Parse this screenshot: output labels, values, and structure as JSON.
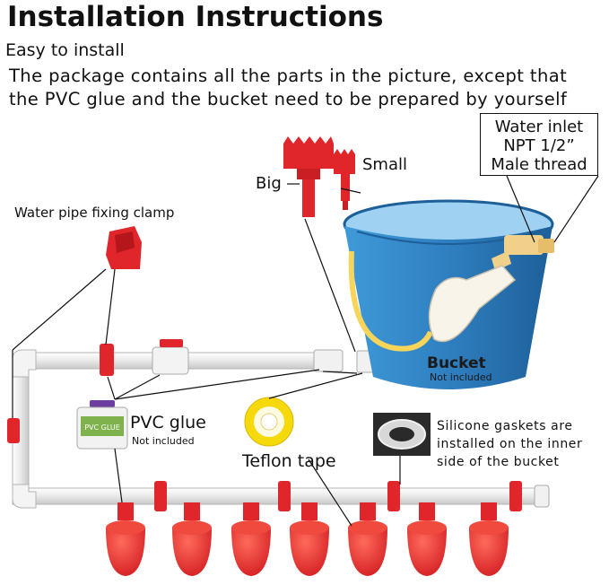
{
  "header": {
    "title": "Installation Instructions",
    "subtitle": "Easy to install",
    "description_line1": "The package contains all the parts in the picture, except that",
    "description_line2": "the PVC glue and the bucket need to be prepared by yourself"
  },
  "labels": {
    "water_inlet_line1": "Water inlet",
    "water_inlet_line2": "NPT 1/2”",
    "water_inlet_line3": "Male thread",
    "small": "Small",
    "big": "Big",
    "clamp": "Water pipe fixing clamp",
    "bucket": "Bucket",
    "bucket_note": "Not included",
    "pvc_glue": "PVC glue",
    "pvc_glue_note": "Not included",
    "teflon_tape": "Teflon tape",
    "gasket_line1": "Silicone gaskets are",
    "gasket_line2": "installed on the inner",
    "gasket_line3": "side of the bucket",
    "glue_can_text": "PVC GLUE"
  },
  "colors": {
    "part_red": "#e0262b",
    "pipe_white": "#eeeeee",
    "bucket_blue": "#2f86c8",
    "float_valve": "#f1d08a",
    "teflon_yellow": "#f5d90a"
  },
  "icons": [
    "hole-saw-icon",
    "clamp-icon",
    "bucket-icon",
    "glue-can-icon",
    "teflon-tape-icon",
    "gasket-icon",
    "drinking-cup-icon"
  ]
}
